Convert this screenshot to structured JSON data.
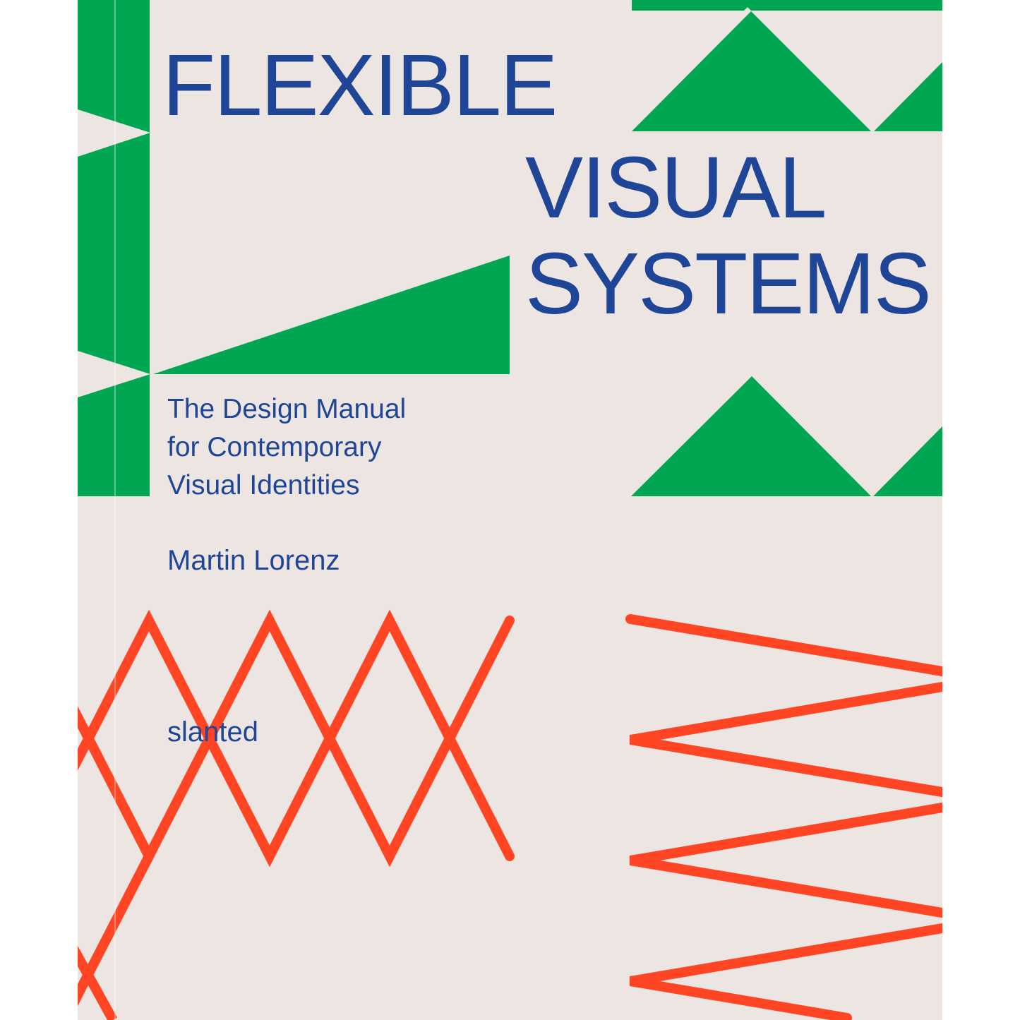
{
  "cover": {
    "title_lines": [
      "FLEXIBLE",
      "VISUAL",
      "SYSTEMS"
    ],
    "subtitle_lines": [
      "The Design Manual",
      "for Contemporary",
      "Visual Identities"
    ],
    "author": "Martin Lorenz",
    "publisher": "slanted"
  },
  "colors": {
    "background": "#ede5e1",
    "text_blue": "#1f4596",
    "green": "#00a651",
    "red_orange": "#ff4524"
  }
}
